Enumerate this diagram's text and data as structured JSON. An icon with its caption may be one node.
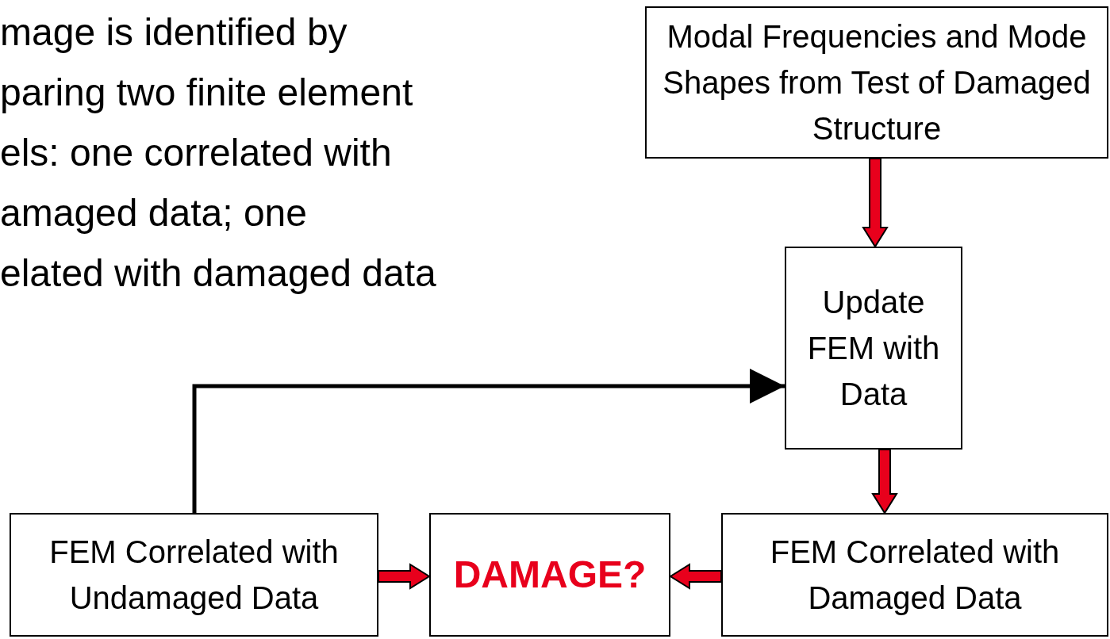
{
  "diagram": {
    "nodes": [
      {
        "text": [
          "Modal Frequencies and Mode Shapes from Test of Damaged Structure"
        ]
      },
      {
        "text": [
          "Update FEM with Data"
        ]
      },
      {
        "text": [
          "FEM Correlated with Undamaged Data"
        ]
      },
      {
        "text": [
          "DAMAGE?"
        ]
      },
      {
        "text": [
          "FEM Correlated with Damaged Data"
        ]
      }
    ],
    "edges": [
      {
        "from": 0,
        "to": 1,
        "arrow": "to",
        "style": "thick"
      },
      {
        "from": 2,
        "to": 1,
        "arrow": "to",
        "color": "#000000"
      },
      {
        "from": 1,
        "to": 4,
        "arrow": "to",
        "style": "thick"
      },
      {
        "from": 2,
        "to": 3,
        "arrow": "to",
        "style": "thick"
      },
      {
        "from": 4,
        "to": 3,
        "arrow": "to",
        "style": "thick"
      }
    ],
    "labels": [
      "mage is identified by",
      "paring two finite element",
      "els: one correlated with",
      "amaged data; one",
      "elated with damaged data"
    ]
  }
}
